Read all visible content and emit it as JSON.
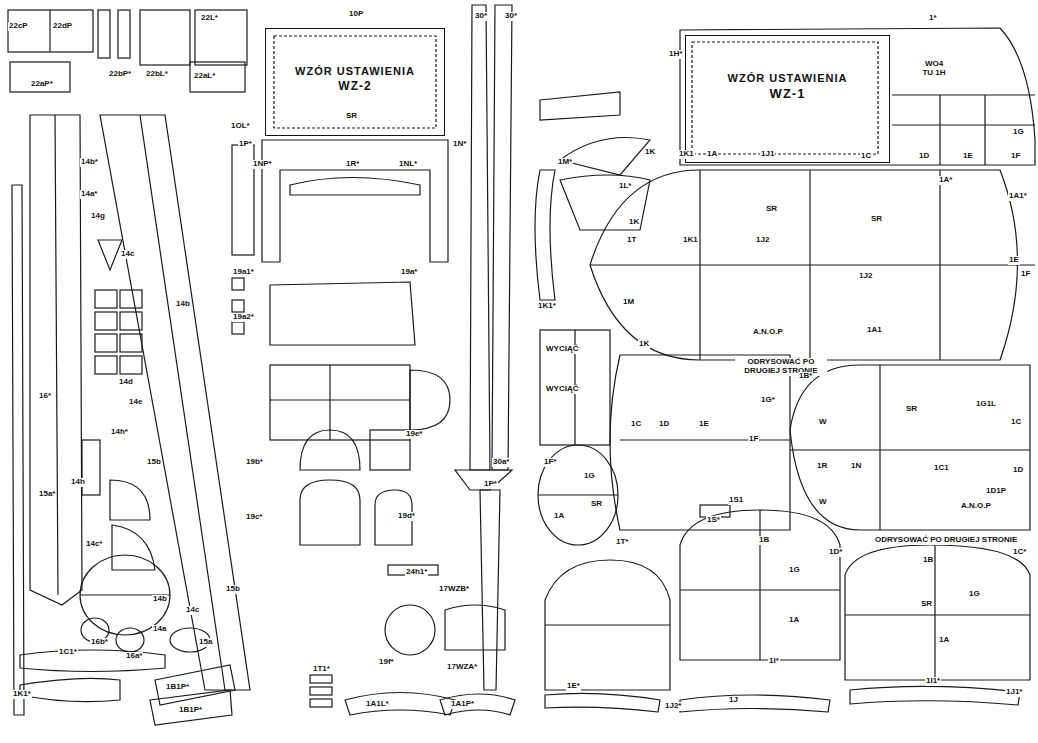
{
  "diagram": {
    "nodes": [
      {
        "text": [
          "WZÓR USTAWIENIA",
          "WZ-2"
        ]
      },
      {
        "text": [
          "WZÓR USTAWIENIA",
          "WZ-1"
        ]
      }
    ],
    "labels": [
      "22cP",
      "22dP",
      "22L*",
      "22aP*",
      "22bP*",
      "22bL*",
      "22aL*",
      "14b*",
      "14a*",
      "14g",
      "14b",
      "14c",
      "14d",
      "14e",
      "14h*",
      "15b",
      "14h",
      "16*",
      "15a*",
      "14c*",
      "14b",
      "14a",
      "16b*",
      "16a*",
      "15a",
      "15b",
      "14c",
      "1C1*",
      "1K1*",
      "1B1P*",
      "1B1P*",
      "1T1*",
      "24h1*",
      "17WZB*",
      "17WZA*",
      "19f*",
      "1A1L*",
      "1A1P*",
      "10P",
      "1OL*",
      "1N*",
      "1P*",
      "1NP*",
      "1R*",
      "1NL*",
      "19a1*",
      "19a2*",
      "19a*",
      "19b*",
      "19c*",
      "19d*",
      "19e*",
      "30*",
      "30*",
      "30a*",
      "1P*",
      "1H*",
      "1*",
      "WO4 TU 1H",
      "1G",
      "1D",
      "1E",
      "1F",
      "1K",
      "1K1",
      "1A",
      "1J1",
      "1C",
      "1M*",
      "1L*",
      "1A*",
      "1A1*",
      "1K",
      "1T",
      "1K1",
      "1J2",
      "1J2",
      "1E",
      "1F",
      "1A1",
      "1K1*",
      "1M",
      "1K",
      "WYCIĄĆ",
      "WYCIĄĆ",
      "A.N.O.P",
      "ODRYSOWAĆ PO DRUGIEJ STRONIE",
      "1B*",
      "1G*",
      "1C",
      "1D",
      "1E",
      "1F",
      "1F*",
      "1G",
      "1A",
      "W",
      "1R",
      "1N",
      "W",
      "1C1",
      "1D",
      "1C",
      "1G1L",
      "1D1P",
      "A.N.O.P",
      "1S1",
      "1S*",
      "1T*",
      "ODRYSOWAĆ PO DRUGIEJ STRONIE",
      "1D*",
      "1C*",
      "1B",
      "1G",
      "1A",
      "1B",
      "1G",
      "1A",
      "1I*",
      "1I1*",
      "1J1*",
      "1E*",
      "1J2*",
      "1J",
      "SR",
      "SR",
      "SR",
      "SR",
      "SR",
      "SR"
    ]
  }
}
